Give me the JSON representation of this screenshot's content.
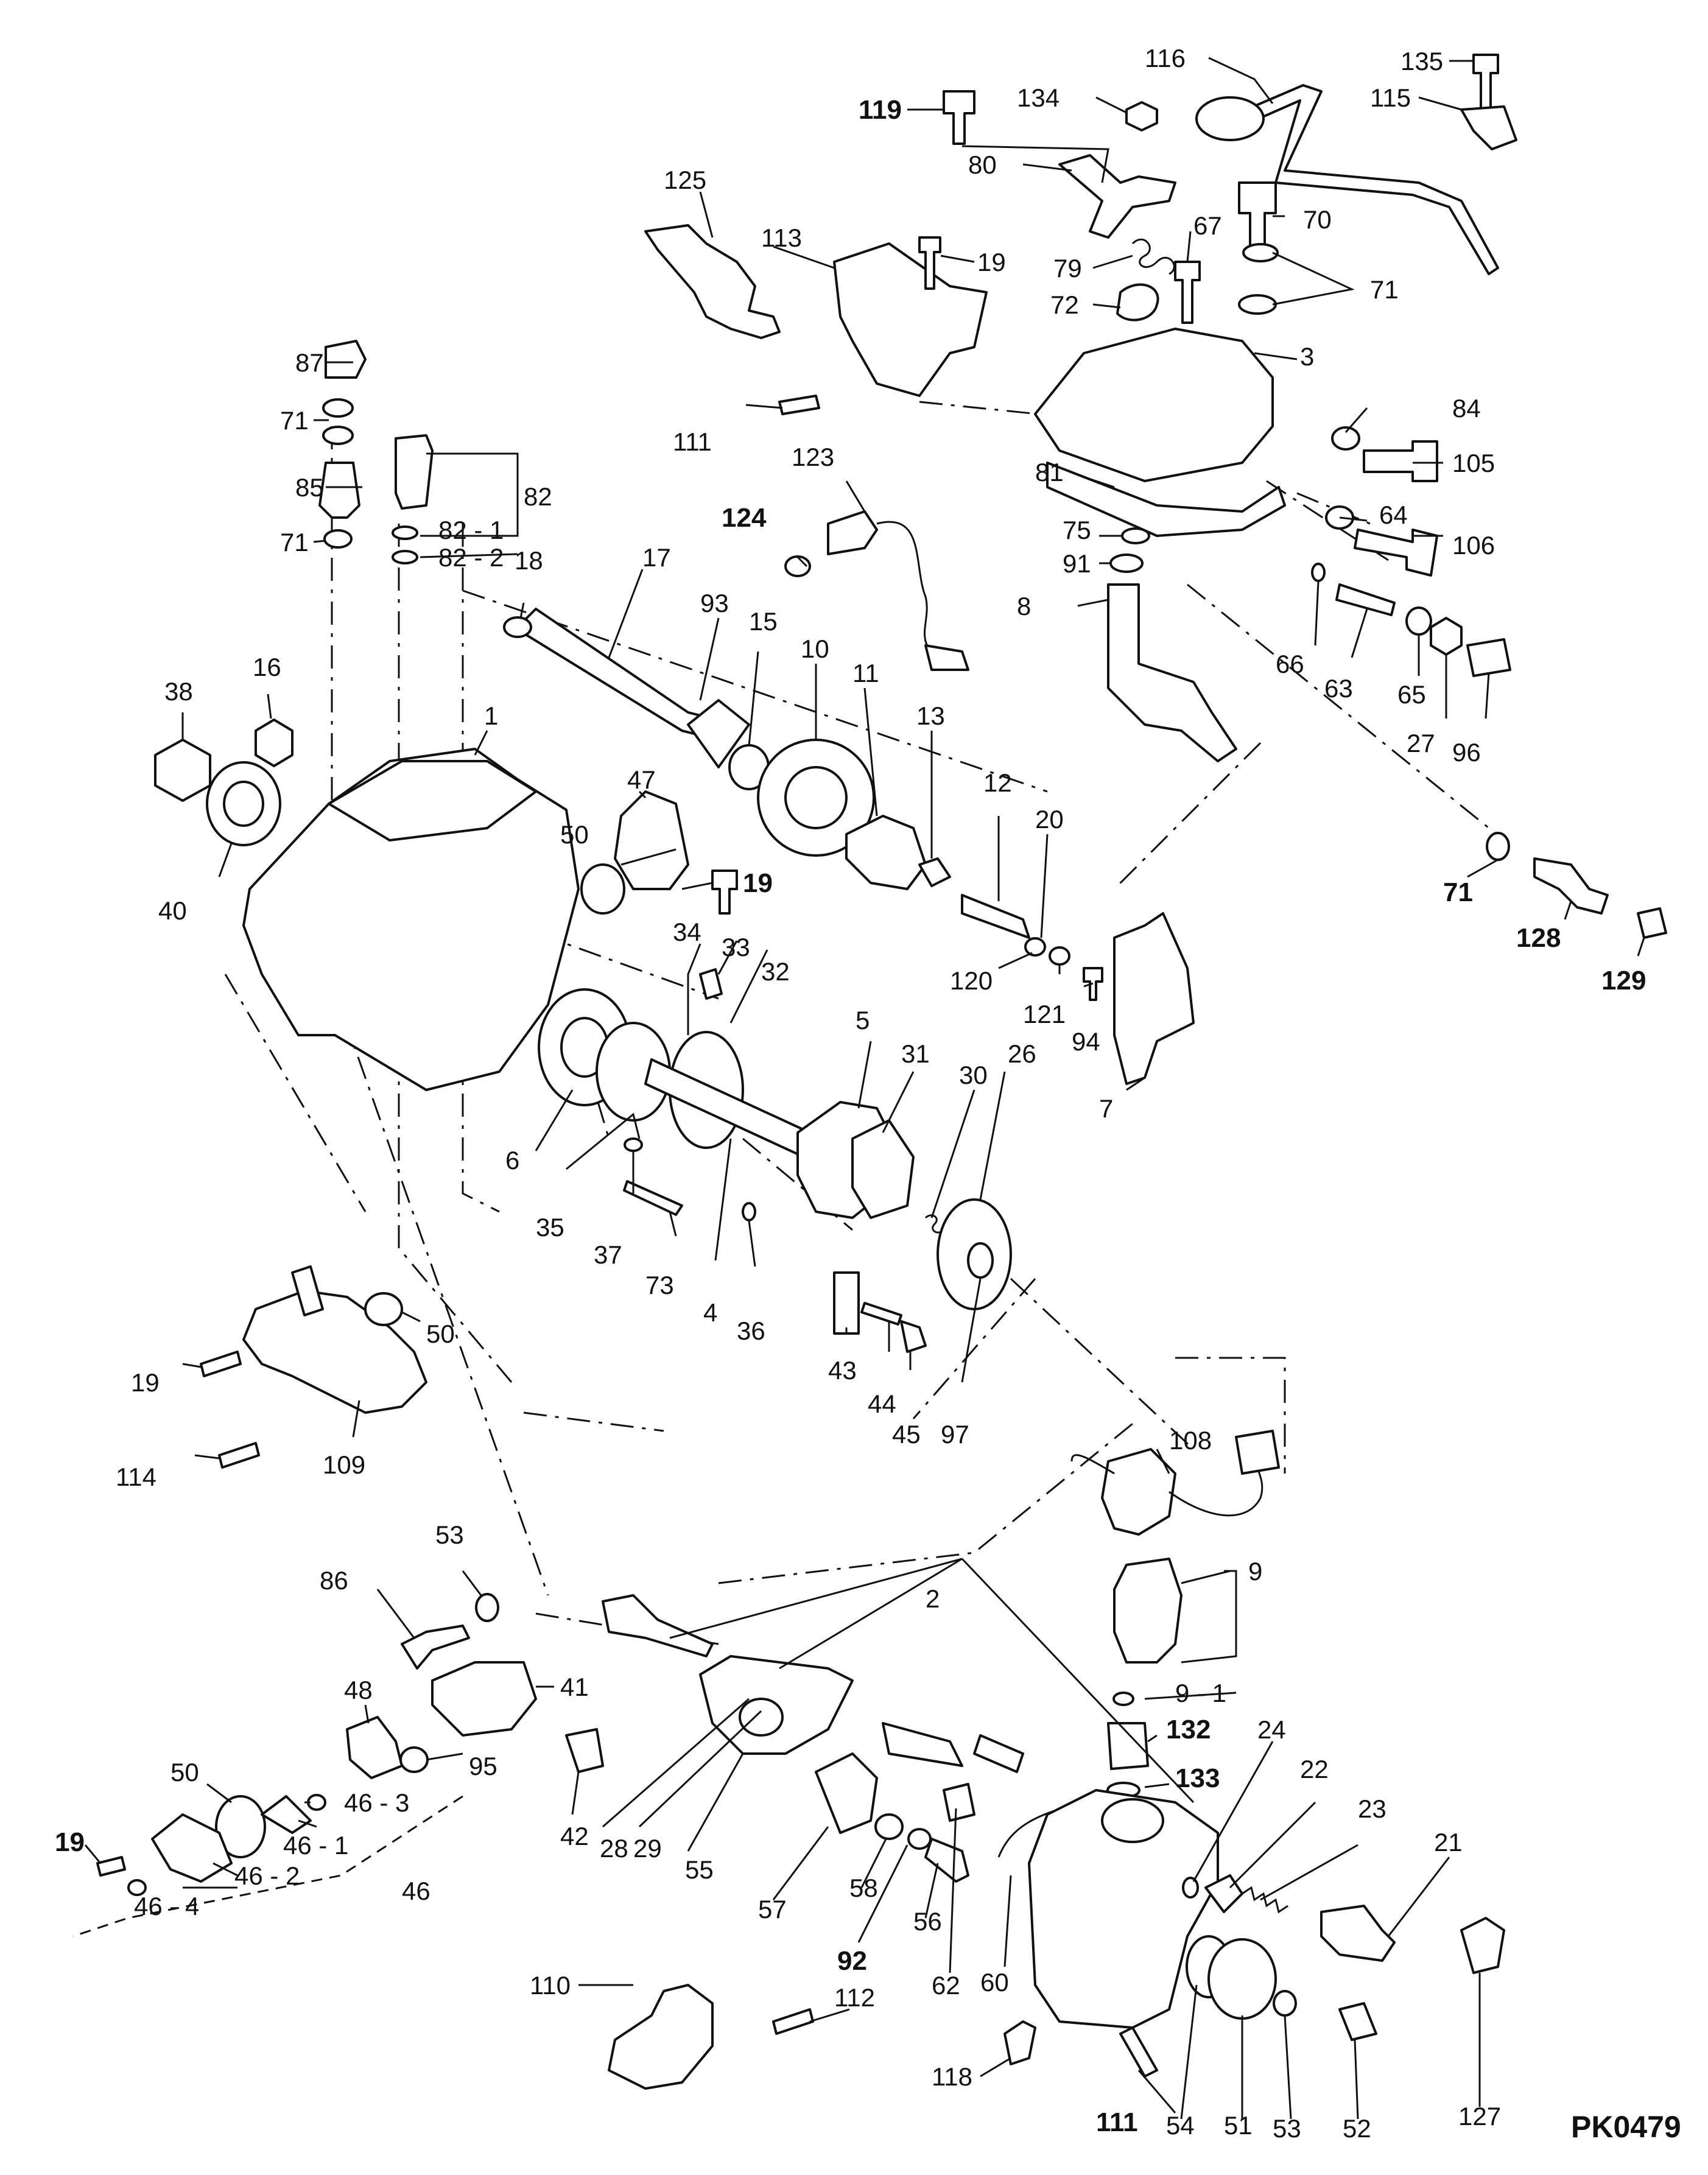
{
  "diagram_code": "PK0479",
  "callouts": [
    {
      "id": "c116",
      "text": "116",
      "bold": false
    },
    {
      "id": "c135",
      "text": "135",
      "bold": false
    },
    {
      "id": "c115",
      "text": "115",
      "bold": false
    },
    {
      "id": "c119",
      "text": "119",
      "bold": true
    },
    {
      "id": "c134",
      "text": "134",
      "bold": false
    },
    {
      "id": "c80",
      "text": "80",
      "bold": false
    },
    {
      "id": "c125",
      "text": "125",
      "bold": false
    },
    {
      "id": "c113",
      "text": "113",
      "bold": false
    },
    {
      "id": "c19a",
      "text": "19",
      "bold": false
    },
    {
      "id": "c70",
      "text": "70",
      "bold": false
    },
    {
      "id": "c67",
      "text": "67",
      "bold": false
    },
    {
      "id": "c79",
      "text": "79",
      "bold": false
    },
    {
      "id": "c71a",
      "text": "71",
      "bold": false
    },
    {
      "id": "c72",
      "text": "72",
      "bold": false
    },
    {
      "id": "c3",
      "text": "3",
      "bold": false
    },
    {
      "id": "c87",
      "text": "87",
      "bold": false
    },
    {
      "id": "c71b",
      "text": "71",
      "bold": false
    },
    {
      "id": "c111a",
      "text": "111",
      "bold": false
    },
    {
      "id": "c84",
      "text": "84",
      "bold": false
    },
    {
      "id": "c105",
      "text": "105",
      "bold": false
    },
    {
      "id": "c123",
      "text": "123",
      "bold": false
    },
    {
      "id": "c81",
      "text": "81",
      "bold": false
    },
    {
      "id": "c85",
      "text": "85",
      "bold": false
    },
    {
      "id": "c82",
      "text": "82",
      "bold": false
    },
    {
      "id": "c82_1",
      "text": "82 - 1",
      "bold": false
    },
    {
      "id": "c82_2",
      "text": "82 - 2",
      "bold": false
    },
    {
      "id": "c71c",
      "text": "71",
      "bold": false
    },
    {
      "id": "c124",
      "text": "124",
      "bold": true
    },
    {
      "id": "c75",
      "text": "75",
      "bold": false
    },
    {
      "id": "c64",
      "text": "64",
      "bold": false
    },
    {
      "id": "c91",
      "text": "91",
      "bold": false
    },
    {
      "id": "c106",
      "text": "106",
      "bold": false
    },
    {
      "id": "c18",
      "text": "18",
      "bold": false
    },
    {
      "id": "c17",
      "text": "17",
      "bold": false
    },
    {
      "id": "c8",
      "text": "8",
      "bold": false
    },
    {
      "id": "c66",
      "text": "66",
      "bold": false
    },
    {
      "id": "c63",
      "text": "63",
      "bold": false
    },
    {
      "id": "c65",
      "text": "65",
      "bold": false
    },
    {
      "id": "c27",
      "text": "27",
      "bold": false
    },
    {
      "id": "c96",
      "text": "96",
      "bold": false
    },
    {
      "id": "c38",
      "text": "38",
      "bold": false
    },
    {
      "id": "c16",
      "text": "16",
      "bold": false
    },
    {
      "id": "c93",
      "text": "93",
      "bold": false
    },
    {
      "id": "c15",
      "text": "15",
      "bold": false
    },
    {
      "id": "c10",
      "text": "10",
      "bold": false
    },
    {
      "id": "c11",
      "text": "11",
      "bold": false
    },
    {
      "id": "c13",
      "text": "13",
      "bold": false
    },
    {
      "id": "c12",
      "text": "12",
      "bold": false
    },
    {
      "id": "c20",
      "text": "20",
      "bold": false
    },
    {
      "id": "c1",
      "text": "1",
      "bold": false
    },
    {
      "id": "c47",
      "text": "47",
      "bold": false
    },
    {
      "id": "c50a",
      "text": "50",
      "bold": false
    },
    {
      "id": "c19b",
      "text": "19",
      "bold": true
    },
    {
      "id": "c40",
      "text": "40",
      "bold": false
    },
    {
      "id": "c71d",
      "text": "71",
      "bold": true
    },
    {
      "id": "c128",
      "text": "128",
      "bold": true
    },
    {
      "id": "c129",
      "text": "129",
      "bold": true
    },
    {
      "id": "c34",
      "text": "34",
      "bold": false
    },
    {
      "id": "c33",
      "text": "33",
      "bold": false
    },
    {
      "id": "c32",
      "text": "32",
      "bold": false
    },
    {
      "id": "c120",
      "text": "120",
      "bold": false
    },
    {
      "id": "c121",
      "text": "121",
      "bold": false
    },
    {
      "id": "c94",
      "text": "94",
      "bold": false
    },
    {
      "id": "c5",
      "text": "5",
      "bold": false
    },
    {
      "id": "c31",
      "text": "31",
      "bold": false
    },
    {
      "id": "c30",
      "text": "30",
      "bold": false
    },
    {
      "id": "c26",
      "text": "26",
      "bold": false
    },
    {
      "id": "c7",
      "text": "7",
      "bold": false
    },
    {
      "id": "c6",
      "text": "6",
      "bold": false
    },
    {
      "id": "c35",
      "text": "35",
      "bold": false
    },
    {
      "id": "c37",
      "text": "37",
      "bold": false
    },
    {
      "id": "c73",
      "text": "73",
      "bold": false
    },
    {
      "id": "c4",
      "text": "4",
      "bold": false
    },
    {
      "id": "c36",
      "text": "36",
      "bold": false
    },
    {
      "id": "c43",
      "text": "43",
      "bold": false
    },
    {
      "id": "c44",
      "text": "44",
      "bold": false
    },
    {
      "id": "c45",
      "text": "45",
      "bold": false
    },
    {
      "id": "c97",
      "text": "97",
      "bold": false
    },
    {
      "id": "c50b",
      "text": "50",
      "bold": false
    },
    {
      "id": "c19c",
      "text": "19",
      "bold": false
    },
    {
      "id": "c114",
      "text": "114",
      "bold": false
    },
    {
      "id": "c109",
      "text": "109",
      "bold": false
    },
    {
      "id": "c108",
      "text": "108",
      "bold": false
    },
    {
      "id": "c9",
      "text": "9",
      "bold": false
    },
    {
      "id": "c53a",
      "text": "53",
      "bold": false
    },
    {
      "id": "c86",
      "text": "86",
      "bold": false
    },
    {
      "id": "c2",
      "text": "2",
      "bold": false
    },
    {
      "id": "c9_1",
      "text": "9 - 1",
      "bold": false
    },
    {
      "id": "c41",
      "text": "41",
      "bold": false
    },
    {
      "id": "c48",
      "text": "48",
      "bold": false
    },
    {
      "id": "c132",
      "text": "132",
      "bold": true
    },
    {
      "id": "c24",
      "text": "24",
      "bold": false
    },
    {
      "id": "c22",
      "text": "22",
      "bold": false
    },
    {
      "id": "c133",
      "text": "133",
      "bold": true
    },
    {
      "id": "c23",
      "text": "23",
      "bold": false
    },
    {
      "id": "c95",
      "text": "95",
      "bold": false
    },
    {
      "id": "c50c",
      "text": "50",
      "bold": false
    },
    {
      "id": "c46_3",
      "text": "46 - 3",
      "bold": false
    },
    {
      "id": "c46_1",
      "text": "46 - 1",
      "bold": false
    },
    {
      "id": "c42",
      "text": "42",
      "bold": false
    },
    {
      "id": "c28",
      "text": "28",
      "bold": false
    },
    {
      "id": "c29",
      "text": "29",
      "bold": false
    },
    {
      "id": "c55",
      "text": "55",
      "bold": false
    },
    {
      "id": "c21",
      "text": "21",
      "bold": false
    },
    {
      "id": "c19d",
      "text": "19",
      "bold": true
    },
    {
      "id": "c46_2",
      "text": "46 - 2",
      "bold": false
    },
    {
      "id": "c46",
      "text": "46",
      "bold": false
    },
    {
      "id": "c46_4",
      "text": "46 - 4",
      "bold": false
    },
    {
      "id": "c57",
      "text": "57",
      "bold": false
    },
    {
      "id": "c58",
      "text": "58",
      "bold": false
    },
    {
      "id": "c56",
      "text": "56",
      "bold": false
    },
    {
      "id": "c92",
      "text": "92",
      "bold": true
    },
    {
      "id": "c62",
      "text": "62",
      "bold": false
    },
    {
      "id": "c60",
      "text": "60",
      "bold": false
    },
    {
      "id": "c110",
      "text": "110",
      "bold": false
    },
    {
      "id": "c112",
      "text": "112",
      "bold": false
    },
    {
      "id": "c118",
      "text": "118",
      "bold": false
    },
    {
      "id": "c111b",
      "text": "111",
      "bold": true
    },
    {
      "id": "c54",
      "text": "54",
      "bold": false
    },
    {
      "id": "c51",
      "text": "51",
      "bold": false
    },
    {
      "id": "c53b",
      "text": "53",
      "bold": false
    },
    {
      "id": "c52",
      "text": "52",
      "bold": false
    },
    {
      "id": "c127",
      "text": "127",
      "bold": false
    }
  ]
}
